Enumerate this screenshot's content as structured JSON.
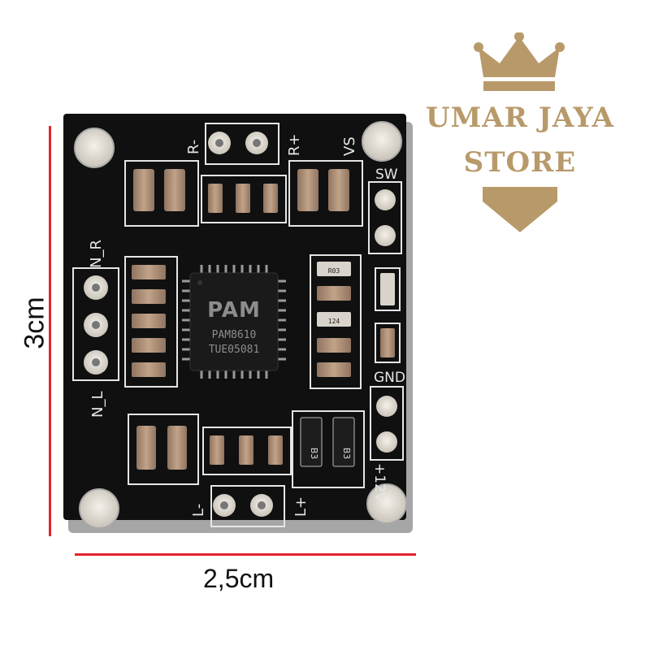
{
  "measurements": {
    "height_label": "3cm",
    "width_label": "2,5cm",
    "line_color": "#e0242c"
  },
  "brand": {
    "line1": "UMAR JAYA",
    "line2": "STORE",
    "color": "#b89a6a",
    "icons": [
      "crown-icon",
      "chevron-down-icon"
    ]
  },
  "board": {
    "chip_logo": "PAM",
    "chip_model": "PAM8610",
    "chip_code": "TUE05081",
    "pin_labels": [
      "R-",
      "R+",
      "VS",
      "SW",
      "N_R",
      "N_L",
      "GND",
      "+12V",
      "L-",
      "L+"
    ],
    "component_marks": [
      "R03",
      "124",
      "B3",
      "B3"
    ],
    "pcb_color": "#101010",
    "silkscreen_color": "#e6e6e6"
  }
}
